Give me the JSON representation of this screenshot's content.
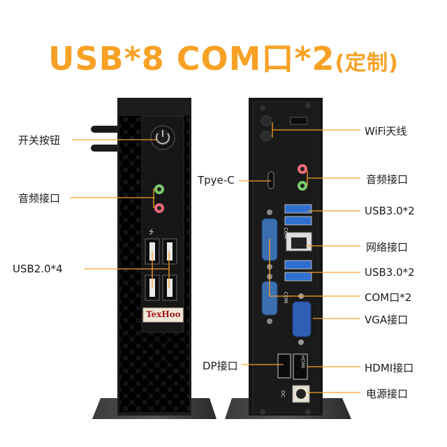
{
  "title": {
    "main": "USB*8  COM口*2",
    "suffix": "(定制)"
  },
  "brand": {
    "logo": "TexHoo"
  },
  "left_labels": {
    "power": "开关按钮",
    "audio": "音频接口",
    "usb2": "USB2.0*4"
  },
  "right_labels": {
    "typec": "Tpye-C",
    "wifi": "WiFi天线",
    "audio": "音频接口",
    "usb3_top": "USB3.0*2",
    "lan": "网络接口",
    "usb3_bottom": "USB3.0*2",
    "com": "COM口*2",
    "vga": "VGA接口",
    "dp": "DP接口",
    "hdmi": "HDMI接口",
    "power": "电源接口"
  },
  "port_markings": {
    "com": "COM",
    "dc": "DC",
    "hdmi": "HDMI"
  },
  "colors": {
    "accent": "#f7a125",
    "case": "#1c1c1c",
    "port_blue": "#2f6fcf",
    "com_blue": "#3b6fb0"
  }
}
